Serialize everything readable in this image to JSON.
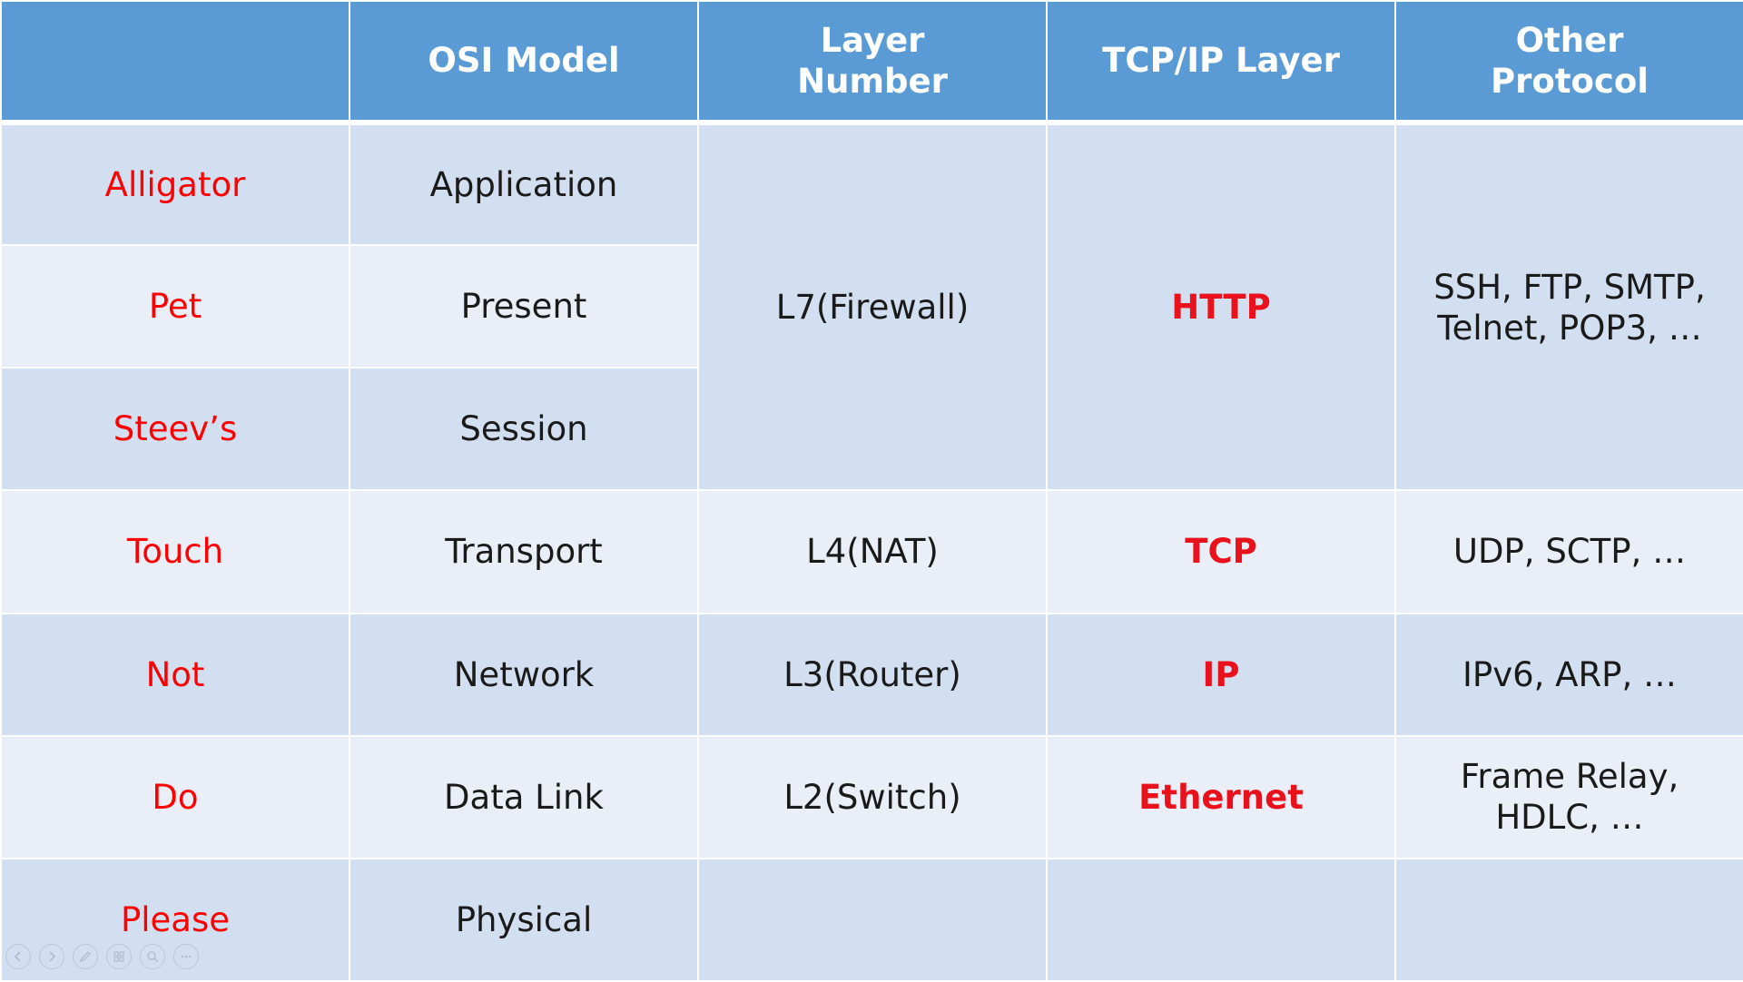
{
  "headers": [
    "",
    "OSI Model",
    "Layer Number",
    "TCP/IP Layer",
    "Other Protocol"
  ],
  "header_lines": {
    "layer_number": [
      "Layer",
      "Number"
    ],
    "other_protocol": [
      "Other",
      "Protocol"
    ]
  },
  "rows": [
    {
      "mnemonic": "Alligator",
      "osi": "Application"
    },
    {
      "mnemonic": "Pet",
      "osi": "Present"
    },
    {
      "mnemonic": "Steev’s",
      "osi": "Session"
    },
    {
      "mnemonic": "Touch",
      "osi": "Transport"
    },
    {
      "mnemonic": "Not",
      "osi": "Network"
    },
    {
      "mnemonic": "Do",
      "osi": "Data Link"
    },
    {
      "mnemonic": "Please",
      "osi": "Physical"
    }
  ],
  "groups": {
    "upper": {
      "layer_number": "L7(Firewall)",
      "tcpip": "HTTP",
      "other_lines": [
        "SSH, FTP, SMTP,",
        "Telnet, POP3, …"
      ]
    },
    "transport": {
      "layer_number": "L4(NAT)",
      "tcpip": "TCP",
      "other": "UDP, SCTP, …"
    },
    "network": {
      "layer_number": "L3(Router)",
      "tcpip": "IP",
      "other": "IPv6, ARP, …"
    },
    "datalink": {
      "layer_number": "L2(Switch)",
      "tcpip": "Ethernet",
      "other_lines": [
        "Frame Relay,",
        "HDLC, …"
      ]
    },
    "physical": {
      "layer_number": "",
      "tcpip": "",
      "other": ""
    }
  },
  "colors": {
    "header_bg": "#5b9bd5",
    "row_dark": "#d2dff0",
    "row_light": "#eaeff7",
    "mnemonic_text": "#ff0000",
    "tcpip_text": "#e8111c"
  },
  "slideshow_controls": [
    "previous-icon",
    "next-icon",
    "pen-icon",
    "slides-icon",
    "zoom-icon",
    "more-icon"
  ]
}
